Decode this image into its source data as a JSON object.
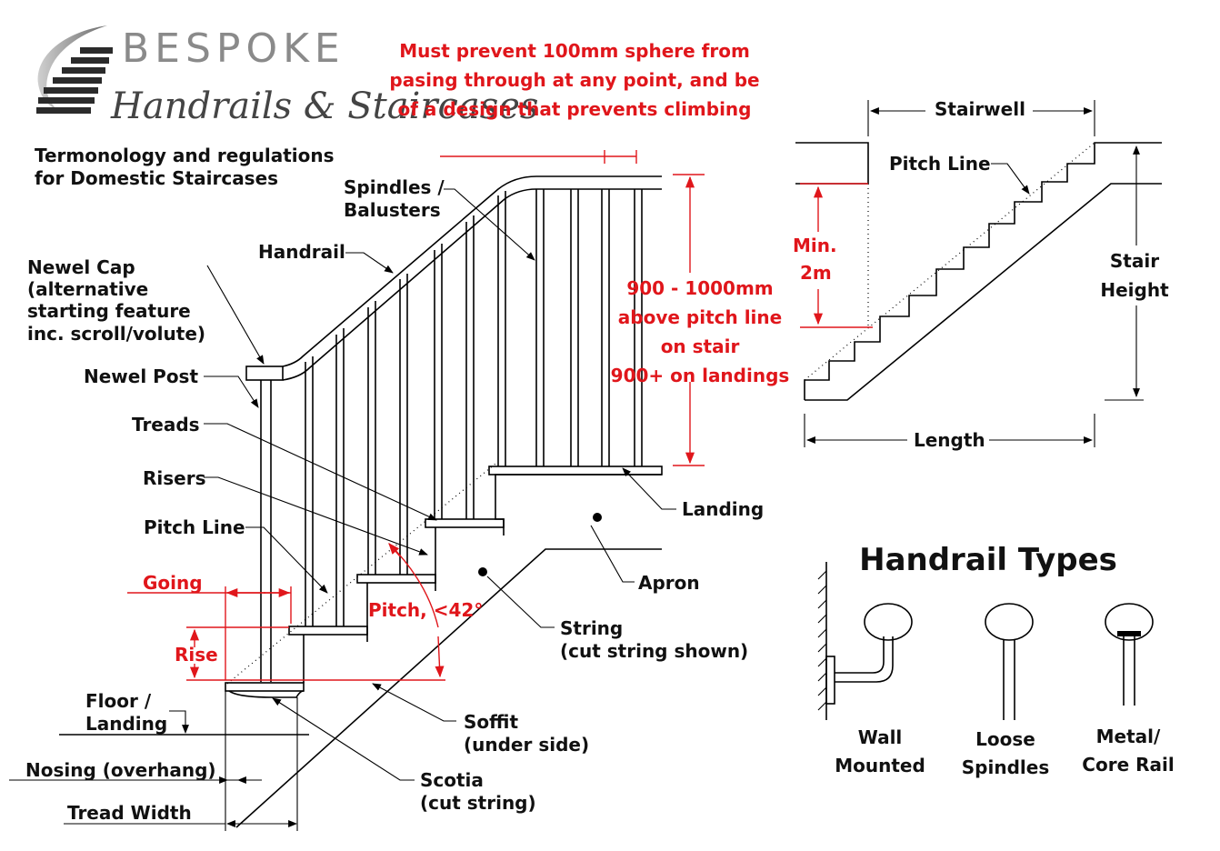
{
  "brand": {
    "name": "BESPOKE",
    "tagline": "Handrails & Staircases",
    "subtitle_line1": "Termonology and regulations",
    "subtitle_line2": "for Domestic Staircases"
  },
  "regulation_note": {
    "line1": "Must prevent 100mm sphere from",
    "line2": "pasing through at any point, and be",
    "line3": "of a design that prevents climbing"
  },
  "stair_labels": {
    "spindles_1": "Spindles /",
    "spindles_2": "Balusters",
    "handrail": "Handrail",
    "newel_cap_1": "Newel Cap",
    "newel_cap_2": "(alternative",
    "newel_cap_3": "starting feature",
    "newel_cap_4": "inc. scroll/volute)",
    "newel_post": "Newel Post",
    "treads": "Treads",
    "risers": "Risers",
    "pitch_line": "Pitch Line",
    "going": "Going",
    "rise": "Rise",
    "pitch_angle": "Pitch, <42°",
    "floor_1": "Floor /",
    "floor_2": "Landing",
    "nosing": "Nosing (overhang)",
    "tread_width": "Tread Width",
    "landing": "Landing",
    "apron": "Apron",
    "string_1": "String",
    "string_2": "(cut string shown)",
    "soffit_1": "Soffit",
    "soffit_2": "(under side)",
    "scotia_1": "Scotia",
    "scotia_2": "(cut string)"
  },
  "height_note": {
    "line1": "900 - 1000mm",
    "line2": "above pitch line",
    "line3": "on stair",
    "line4": "900+ on landings"
  },
  "section_view": {
    "stairwell": "Stairwell",
    "pitch_line": "Pitch Line",
    "min_1": "Min.",
    "min_2": "2m",
    "stair_height_1": "Stair",
    "stair_height_2": "Height",
    "length": "Length"
  },
  "handrail_types": {
    "title": "Handrail Types",
    "wall_1": "Wall",
    "wall_2": "Mounted",
    "loose_1": "Loose",
    "loose_2": "Spindles",
    "metal_1": "Metal/",
    "metal_2": "Core Rail"
  },
  "colors": {
    "annotation_red": "#e0161b",
    "line_black": "#000000",
    "logo_grey": "#8a8a8a"
  }
}
